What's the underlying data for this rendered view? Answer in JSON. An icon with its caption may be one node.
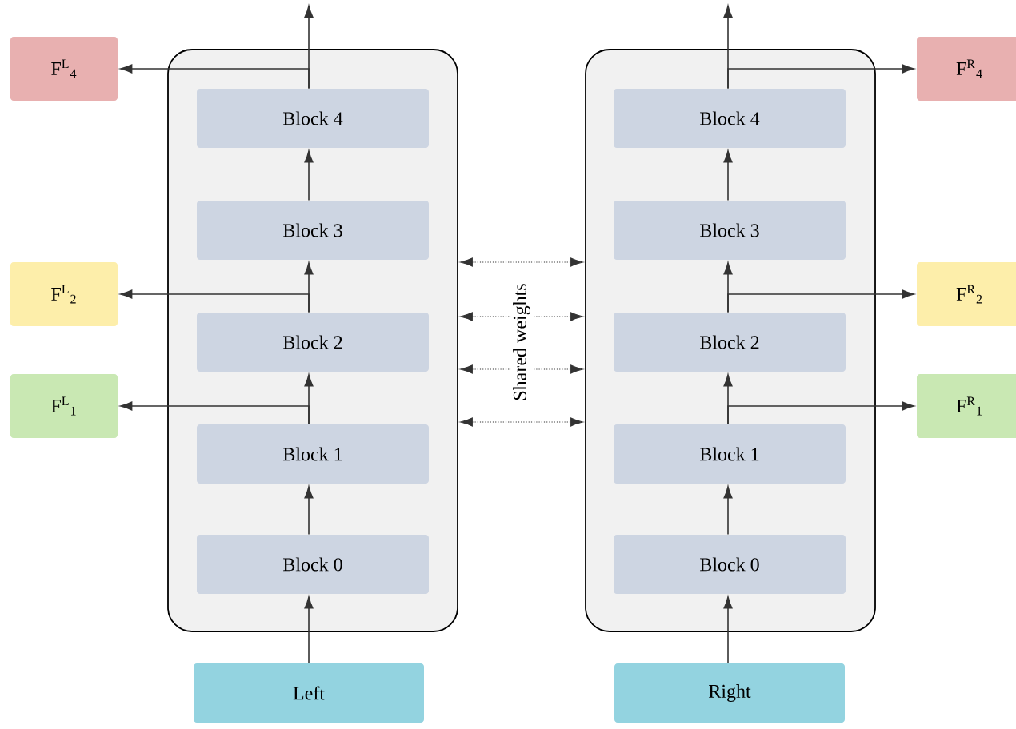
{
  "diagram": {
    "nodes": [
      {
        "text": [],
        "shape": "box"
      },
      {
        "text": [
          "Block 0"
        ],
        "in": 0
      },
      {
        "text": [
          "Block 1"
        ],
        "in": 0
      },
      {
        "text": [
          "Block 2"
        ],
        "in": 0
      },
      {
        "text": [
          "Block 3"
        ],
        "in": 0
      },
      {
        "text": [
          "Block 4"
        ],
        "in": 0
      },
      {
        "text": [],
        "shape": "box"
      },
      {
        "text": [
          "Block 0"
        ],
        "in": 6
      },
      {
        "text": [
          "Block 1"
        ],
        "in": 6
      },
      {
        "text": [
          "Block 2"
        ],
        "in": 6
      },
      {
        "text": [
          "Block 3"
        ],
        "in": 6
      },
      {
        "text": [
          "Block 4"
        ],
        "in": 6
      },
      {
        "text": [
          "Left"
        ]
      },
      {
        "text": [
          "Right"
        ]
      },
      {
        "text": [
          "F$^{L}$$_{4}$"
        ]
      },
      {
        "text": [
          "F$^{L}$$_{2}$"
        ]
      },
      {
        "text": [
          "F$^{L}$$_{1}$"
        ]
      },
      {
        "text": [
          "F$^{R}$$_{4}$"
        ]
      },
      {
        "text": [
          "F$^{R}$$_{2}$"
        ]
      },
      {
        "text": [
          "F$^{R}$$_{1}$"
        ]
      }
    ],
    "edges": [
      {
        "from": 12,
        "to": 1,
        "arrow": "to"
      },
      {
        "from": 1,
        "to": 2,
        "arrow": "to"
      },
      {
        "from": 2,
        "to": 3,
        "arrow": "to"
      },
      {
        "from": 3,
        "to": 4,
        "arrow": "to"
      },
      {
        "from": 4,
        "to": 5,
        "arrow": "to"
      },
      {
        "from": 5,
        "to": null,
        "arrow": "to"
      },
      {
        "from": 5,
        "to": 14,
        "arrow": "to"
      },
      {
        "from": 3,
        "to": 15,
        "arrow": "to"
      },
      {
        "from": 2,
        "to": 16,
        "arrow": "to"
      },
      {
        "from": 13,
        "to": 7,
        "arrow": "to"
      },
      {
        "from": 7,
        "to": 8,
        "arrow": "to"
      },
      {
        "from": 8,
        "to": 9,
        "arrow": "to"
      },
      {
        "from": 9,
        "to": 10,
        "arrow": "to"
      },
      {
        "from": 10,
        "to": 11,
        "arrow": "to"
      },
      {
        "from": 11,
        "to": null,
        "arrow": "to"
      },
      {
        "from": 11,
        "to": 17,
        "arrow": "to"
      },
      {
        "from": 9,
        "to": 18,
        "arrow": "to"
      },
      {
        "from": 8,
        "to": 19,
        "arrow": "to"
      },
      {
        "from": 0,
        "to": 6,
        "arrow": "both",
        "style": "dashed"
      },
      {
        "from": 0,
        "to": 6,
        "arrow": "both",
        "style": "dashed"
      },
      {
        "from": 0,
        "to": 6,
        "arrow": "both",
        "style": "dashed"
      },
      {
        "from": 0,
        "to": 6,
        "arrow": "both",
        "style": "dashed"
      }
    ],
    "labels": [
      "Shared weights"
    ]
  }
}
